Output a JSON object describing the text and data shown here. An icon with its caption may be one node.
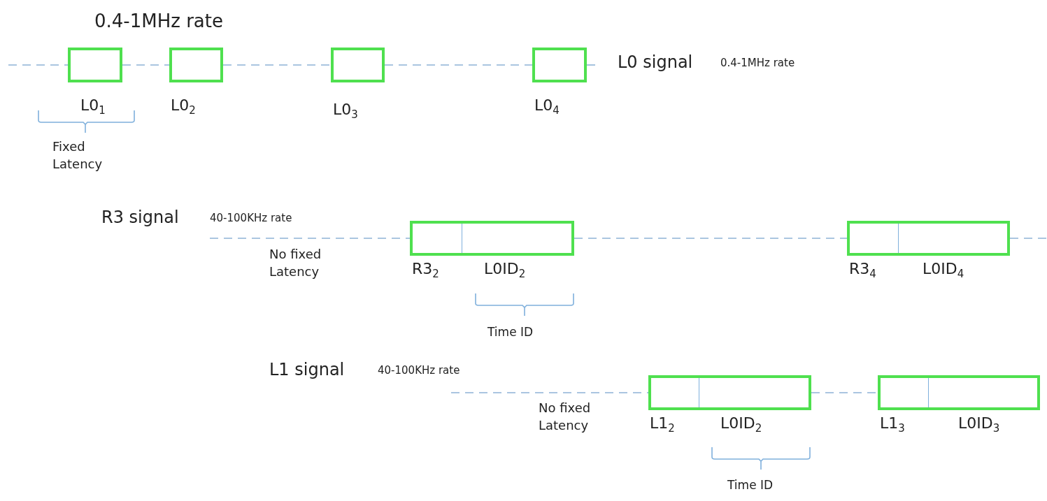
{
  "diagram": {
    "nodes": [
      {
        "text": [],
        "shape": "box",
        "beside": [
          "L0$_{1}$"
        ]
      },
      {
        "text": [],
        "shape": "box",
        "beside": [
          "L0$_{2}$"
        ]
      },
      {
        "text": [],
        "shape": "box",
        "beside": [
          "L0$_{3}$"
        ]
      },
      {
        "text": [],
        "shape": "box",
        "beside": [
          "L0$_{4}$"
        ]
      },
      {
        "text": [],
        "shape": "box",
        "beside": [
          "R3$_{2}$",
          "L0ID$_{2}$"
        ]
      },
      {
        "text": [],
        "shape": "box",
        "beside": [
          "R3$_{4}$",
          "L0ID$_{4}$"
        ]
      },
      {
        "text": [],
        "shape": "box",
        "beside": [
          "L1$_{2}$",
          "L0ID$_{2}$"
        ]
      },
      {
        "text": [],
        "shape": "box",
        "beside": [
          "L1$_{3}$",
          "L0ID$_{3}$"
        ]
      }
    ],
    "edges": [
      {
        "from": null,
        "to": 0,
        "arrow": "none",
        "style": "dashed"
      },
      {
        "from": 0,
        "to": 1,
        "arrow": "none",
        "style": "dashed"
      },
      {
        "from": 1,
        "to": 2,
        "arrow": "none",
        "style": "dashed"
      },
      {
        "from": 2,
        "to": 3,
        "arrow": "none",
        "style": "dashed"
      },
      {
        "from": 3,
        "to": null,
        "arrow": "none",
        "style": "dashed"
      },
      {
        "from": null,
        "to": 4,
        "arrow": "none",
        "style": "dashed"
      },
      {
        "from": 4,
        "to": 5,
        "arrow": "none",
        "style": "dashed"
      },
      {
        "from": 5,
        "to": null,
        "arrow": "none",
        "style": "dashed"
      },
      {
        "from": null,
        "to": 6,
        "arrow": "none",
        "style": "dashed"
      },
      {
        "from": 6,
        "to": 7,
        "arrow": "none",
        "style": "dashed"
      }
    ],
    "labels": [
      "0.4-1MHz rate",
      "L0 signal",
      "0.4-1MHz rate",
      "Fixed Latency",
      "R3 signal",
      "40-100KHz rate",
      "No fixed Latency",
      "Time ID",
      "L1 signal",
      "40-100KHz rate",
      "No fixed Latency",
      "Time ID"
    ]
  }
}
